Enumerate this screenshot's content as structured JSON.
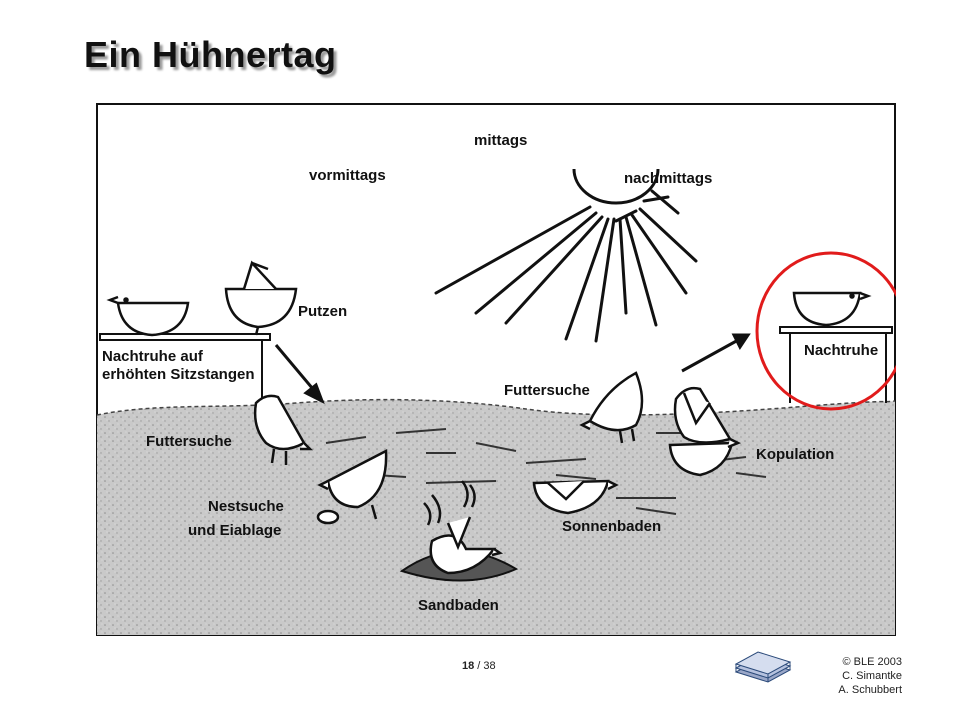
{
  "title": "Ein Hühnertag",
  "diagram": {
    "times": {
      "morning": "vormittags",
      "noon": "mittags",
      "afternoon": "nachmittags"
    },
    "activities": {
      "night_rest_line1": "Nachtruhe auf",
      "night_rest_line2": "erhöhten Sitzstangen",
      "preening": "Putzen",
      "foraging_left": "Futtersuche",
      "foraging_center": "Futtersuche",
      "nesting_line1": "Nestsuche",
      "nesting_line2": "und Eiablage",
      "dust_bathing": "Sandbaden",
      "sun_bathing": "Sonnenbaden",
      "mating": "Kopulation",
      "night_rest_right": "Nachtruhe"
    },
    "highlight_color": "#e11b1b"
  },
  "footer": {
    "page_current": "18",
    "page_separator": " / ",
    "page_total": "38",
    "credit1": "© BLE 2003",
    "credit2": "C. Simantke",
    "credit3": "A. Schubbert"
  },
  "icons": {
    "stack": "document-stack-icon"
  }
}
